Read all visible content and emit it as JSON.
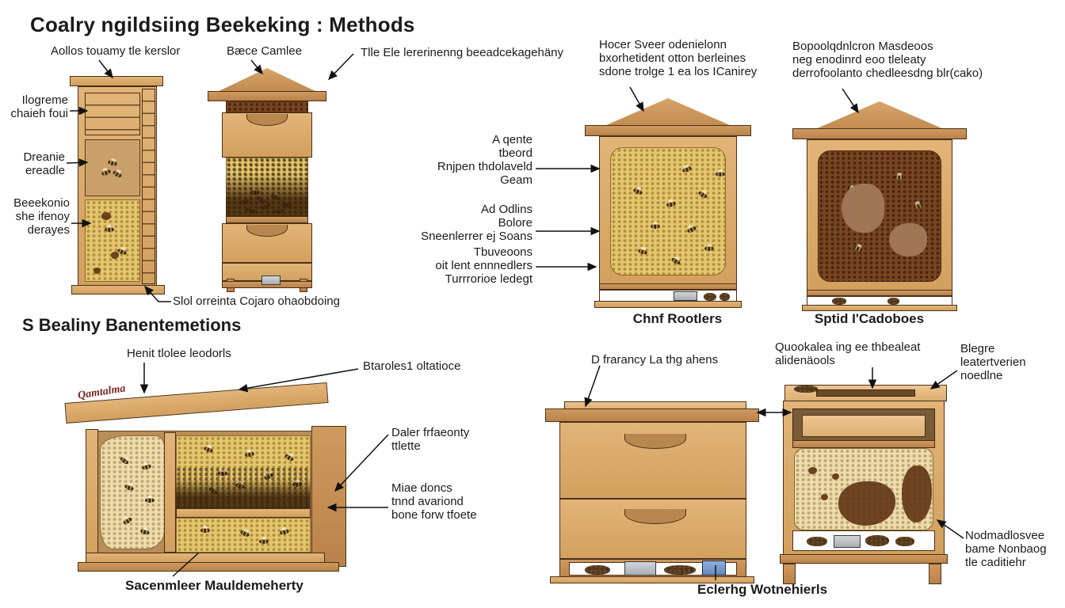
{
  "title": "Coalry ngildsiing Beekeking : Methods",
  "section2": {
    "heading": "S Bealiny Banentemetions"
  },
  "row1": {
    "hive1": {
      "top_label": "Aollos touamy tle kerslor",
      "left_labels": [
        "Ilogreme\nchaieh foui",
        "Dreanie\nereadle",
        "Beeekonio\nshe ifenoy\nderayes"
      ],
      "bottom_label": "Slol orreinta Cojaro ohaobdoing"
    },
    "hive2": {
      "top_label": "Bæce Camlee",
      "roof_label": "Tlle Ele lererinenng beeadcekagehäny"
    },
    "hive3": {
      "top_label": "Hocer Sveer odenielonn\nbxorhetident otton berleines\nsdone trolge 1 ea los ICanirey",
      "left_labels": [
        "A qente\ntbeord\nRnjpen thdolaveld\nGeam",
        "Ad Odlins\nBolore\nSneenlerrer ej Soans",
        "Tbuveoons\noit lent ennnedlers\nTurrrorioe ledegt"
      ],
      "caption": "Chnf Rootlers"
    },
    "hive4": {
      "top_label": "Bopoolqdnlcron Masdeoos\nneg enodinrd eoo tleleaty\nderrofoolanto chedleesdng blr(cako)",
      "caption": "Sptid I'Cadoboes"
    }
  },
  "row2": {
    "hive5": {
      "roof_script": "Qamtalma",
      "top_label": "Henit tlolee leodorls",
      "right_labels": [
        "Btaroles1 oltatioce",
        "Daler frfaeonty\nttlette",
        "Miae doncs\ntnnd avariond\nbone forw tfoete"
      ],
      "caption": "Sacenmleer Mauldemeherty"
    },
    "hive6": {
      "top_label": "D frarancy La thg ahens",
      "caption": "Eclerhg Wotnehierls"
    },
    "hive7": {
      "top_label": "Quookalea ing ee thbealeat\nalidenäools",
      "right_top_label": "Blegre\nleatertverien\nnoedlne",
      "right_bottom_label": "Nodmadlosvee\nbame Nonbaog\ntle caditiehr"
    }
  },
  "colors": {
    "wood_light": "#dcae72",
    "wood_mid": "#c99258",
    "wood_dark": "#8a5a2e",
    "outline": "#4a3016",
    "comb_yellow": "#e3c76f",
    "comb_pale": "#ecdcae",
    "comb_dark": "#7a4622",
    "text": "#1b1b1b",
    "script_red": "#7a1f1f",
    "feeder_blue": "#6487bd",
    "feeder_gray": "#a9adb2"
  }
}
